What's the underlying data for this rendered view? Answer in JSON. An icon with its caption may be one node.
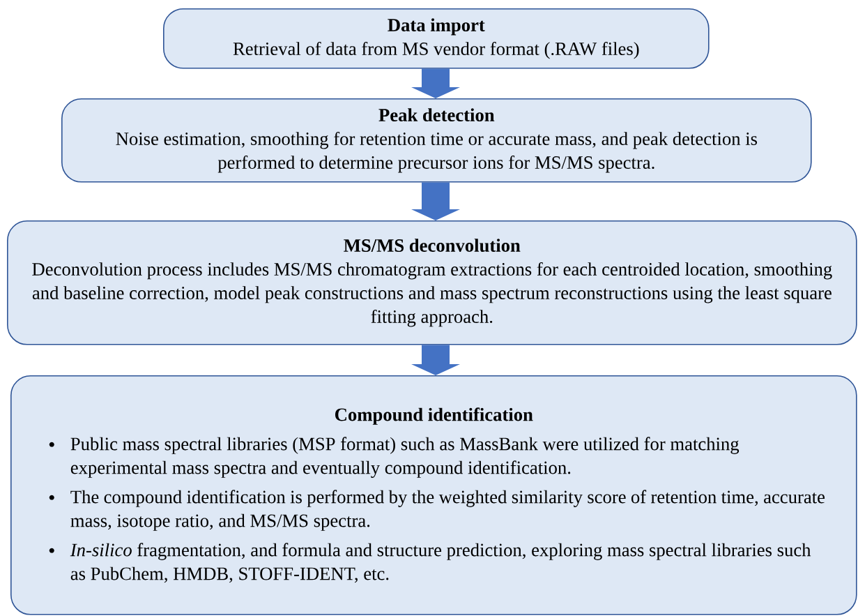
{
  "diagram": {
    "nodes": [
      {
        "text": [
          "Data import",
          "Retrieval of data from MS vendor format (.RAW files)"
        ]
      },
      {
        "text": [
          "Peak detection",
          "Noise estimation, smoothing for retention time or accurate mass, and peak detection is performed to determine precursor ions for MS/MS spectra."
        ]
      },
      {
        "text": [
          "MS/MS deconvolution",
          "Deconvolution process includes MS/MS chromatogram extractions for each centroided location, smoothing and baseline correction, model peak constructions and mass spectrum reconstructions using the least square fitting approach."
        ]
      },
      {
        "text": [
          "Compound identification",
          "Public mass spectral libraries (MSP format) such as MassBank were utilized for matching experimental mass spectra and eventually compound identification.",
          "The compound identification is performed by the weighted similarity score of retention time, accurate mass, isotope ratio, and MS/MS spectra.",
          "*In-silico* fragmentation, and formula and structure prediction, exploring mass spectral libraries such as PubChem, HMDB, STOFF-IDENT, etc."
        ]
      }
    ],
    "edges": [
      {
        "from": 0,
        "to": 1,
        "arrow": "to"
      },
      {
        "from": 1,
        "to": 2,
        "arrow": "to"
      },
      {
        "from": 2,
        "to": 3,
        "arrow": "to"
      }
    ]
  }
}
